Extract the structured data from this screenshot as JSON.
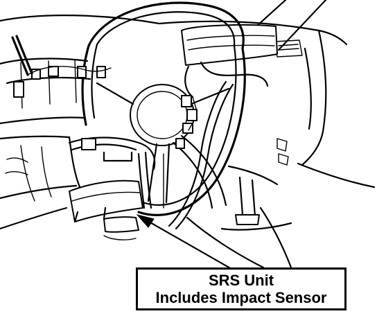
{
  "callout": {
    "line1": "SRS Unit",
    "line2": "Includes Impact Sensor"
  },
  "icons": {
    "arrow": "leader-arrow"
  },
  "colors": {
    "ink": "#000000",
    "paper": "#ffffff"
  }
}
